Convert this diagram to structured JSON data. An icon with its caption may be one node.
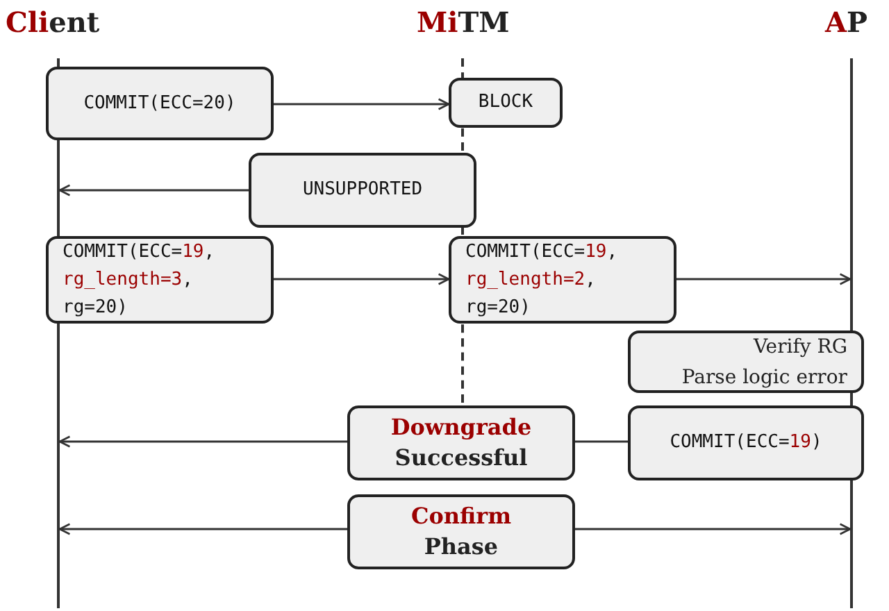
{
  "diagram": {
    "nodes": [
      {
        "text": [],
        "shape": "line"
      },
      {
        "text": [],
        "shape": "line"
      },
      {
        "text": [],
        "shape": "line"
      },
      {
        "text": [
          "COMMIT(ECC=20)"
        ]
      },
      {
        "text": [
          "BLOCK"
        ]
      },
      {
        "text": [
          "UNSUPPORTED"
        ]
      },
      {
        "text": [
          "COMMIT(ECC=**19**, **rg_length=3**, rg=20)"
        ]
      },
      {
        "text": [
          "COMMIT(ECC=**19**, **rg_length=2**, rg=20)"
        ]
      },
      {
        "text": [
          "Verify RG",
          "Parse logic error"
        ]
      },
      {
        "text": [
          "Downgrade",
          "Successful"
        ]
      },
      {
        "text": [
          "COMMIT(ECC=**19**)"
        ]
      },
      {
        "text": [
          "Confirm",
          "Phase"
        ]
      }
    ],
    "edges": [
      {
        "from": 3,
        "to": 4,
        "arrow": "to"
      },
      {
        "from": 5,
        "to": 0,
        "arrow": "to"
      },
      {
        "from": 6,
        "to": 7,
        "arrow": "to"
      },
      {
        "from": 7,
        "to": 2,
        "arrow": "to"
      },
      {
        "from": 10,
        "to": 9,
        "arrow": "none"
      },
      {
        "from": 9,
        "to": 0,
        "arrow": "to"
      },
      {
        "from": 11,
        "to": 0,
        "arrow": "to"
      },
      {
        "from": 11,
        "to": 2,
        "arrow": "to"
      }
    ],
    "labels": [
      "**Cli**ent",
      "**Mi**TM",
      "**A**P"
    ]
  }
}
